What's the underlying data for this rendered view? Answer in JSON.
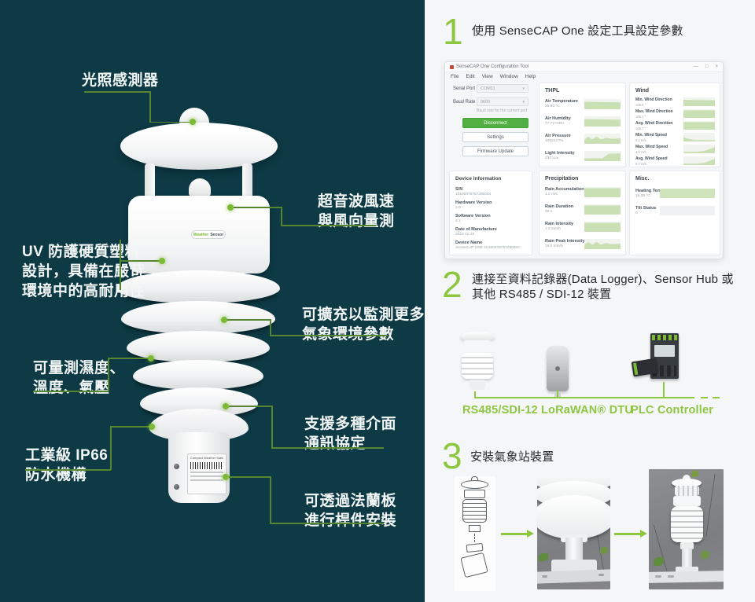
{
  "left": {
    "callouts": [
      {
        "lines": [
          "光照感測器"
        ]
      },
      {
        "lines": [
          "超音波風速",
          "與風向量測"
        ]
      },
      {
        "lines": [
          "UV 防護硬質塑料",
          "設計，具備在嚴苛",
          "環境中的高耐用性"
        ]
      },
      {
        "lines": [
          "可量測濕度、",
          "溫度、氣壓"
        ]
      },
      {
        "lines": [
          "工業級 IP66",
          "防水機構"
        ]
      },
      {
        "lines": [
          "可擴充以監測更多",
          "氣象環境參數"
        ]
      },
      {
        "lines": [
          "支援多種介面",
          "通訊協定"
        ]
      },
      {
        "lines": [
          "可透過法蘭板",
          "進行桿件安裝"
        ]
      }
    ],
    "product": {
      "brand_left": "Weather",
      "brand_right": "Sensor",
      "label_title": "Compact Weather Station"
    }
  },
  "steps": [
    {
      "num": "1",
      "title": "使用 SenseCAP One 設定工具設定參數"
    },
    {
      "num": "2",
      "title_line1": "連接至資料記錄器(Data Logger)、Sensor Hub 或",
      "title_line2": "其他 RS485 / SDI-12 裝置"
    },
    {
      "num": "3",
      "title": "安裝氣象站裝置"
    }
  ],
  "config_tool": {
    "window_title": "SenseCAP One Configuration Tool",
    "menu": [
      "File",
      "Edit",
      "View",
      "Window",
      "Help"
    ],
    "window_buttons": [
      "—",
      "□",
      "×"
    ],
    "sidebar": {
      "serial_port_label": "Serial Port",
      "serial_port_value": "COM11",
      "baud_rate_label": "Baud Rate",
      "baud_rate_value": "9600",
      "hint": "Baud rate for the current port",
      "disconnect": "Disconnect",
      "settings": "Settings",
      "firmware": "Firmware Update"
    },
    "panels": {
      "thpl": {
        "title": "THPL",
        "rows": [
          {
            "label": "Air Temperature",
            "value": "25.86 °C"
          },
          {
            "label": "Air Humidity",
            "value": "77.72 %RH"
          },
          {
            "label": "Air Pressure",
            "value": "100242 Pa"
          },
          {
            "label": "Light Intensity",
            "value": "230 Lux"
          }
        ]
      },
      "wind": {
        "title": "Wind",
        "rows": [
          {
            "label": "Min. Wind Direction",
            "value": "105.6 °"
          },
          {
            "label": "Max. Wind Direction",
            "value": "109.1 °"
          },
          {
            "label": "Avg. Wind Direction",
            "value": "106.7 °"
          },
          {
            "label": "Min. Wind Speed",
            "value": "0.1 m/s"
          },
          {
            "label": "Max. Wind Speed",
            "value": "4.2 m/s"
          },
          {
            "label": "Avg. Wind Speed",
            "value": "0.7 m/s"
          }
        ]
      },
      "device_info": {
        "title": "Device Information",
        "fields": [
          {
            "label": "S/N",
            "value": "10100076757290004"
          },
          {
            "label": "Hardware Version",
            "value": "1.0"
          },
          {
            "label": "Software Version",
            "value": "4.1"
          },
          {
            "label": "Date of Manufacture",
            "value": "2022-11-19"
          },
          {
            "label": "Device Name",
            "value": "SenseCAP ONE 10100076757290004"
          }
        ]
      },
      "precipitation": {
        "title": "Precipitation",
        "rows": [
          {
            "label": "Rain Accumulation",
            "value": "1.2 mm"
          },
          {
            "label": "Rain Duration",
            "value": "45 s"
          },
          {
            "label": "Rain Intensity",
            "value": "1.3 mm/h"
          },
          {
            "label": "Rain Peak Intensity",
            "value": "16.2 mm/h"
          }
        ]
      },
      "misc": {
        "title": "Misc.",
        "rows": [
          {
            "label": "Heating Temperature",
            "value": "26.35 °C"
          },
          {
            "label": "Tilt Status",
            "value": "0"
          }
        ]
      }
    }
  },
  "devices": {
    "labels": [
      "RS485/SDI-12",
      "LoRaWAN® DTU",
      "PLC Controller"
    ]
  },
  "colors": {
    "accent_green": "#8dc63f",
    "callout_line_green": "#55852e",
    "dot_green": "#7cb934",
    "panel_teal": "#0d3a45",
    "spark_fill": "#c9e0b4"
  }
}
